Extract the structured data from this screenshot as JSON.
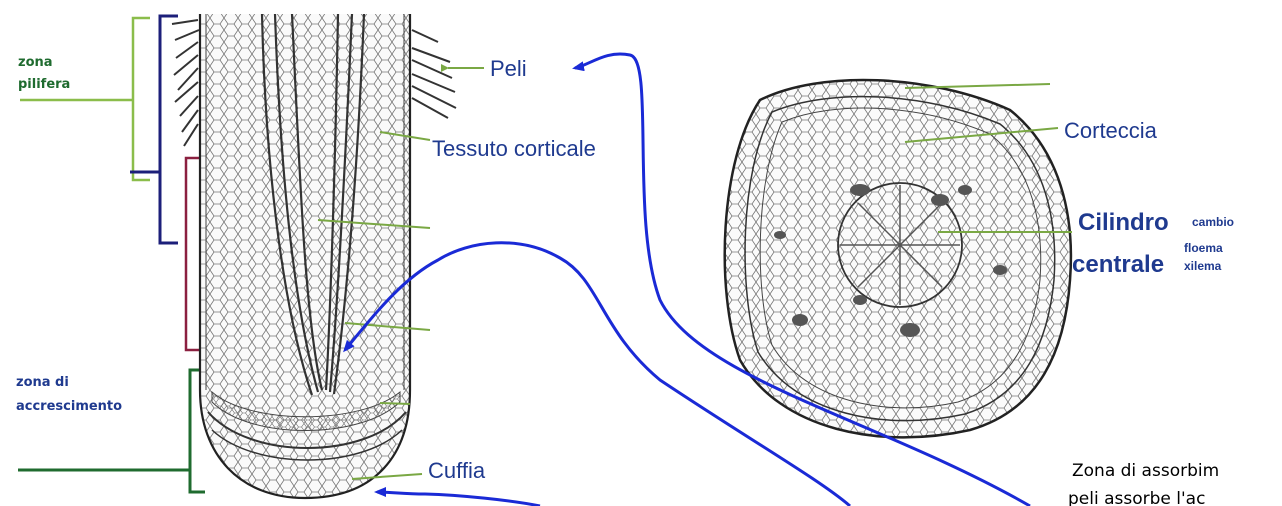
{
  "left_zones": {
    "pilifera": [
      "zona",
      "pilifera"
    ],
    "accrescimento": [
      "zona di",
      "accrescimento"
    ]
  },
  "labels": {
    "peli": "Peli",
    "tessuto": "Tessuto corticale",
    "cuffia": "Cuffia",
    "corteccia": "Corteccia",
    "cilindro_1": "Cilindro",
    "cilindro_2": "centrale",
    "cambio": "cambio",
    "floema": "floema",
    "xilema": "xilema"
  },
  "note": {
    "line1": "Zona di assorbim",
    "line2": "peli assorbe l'ac"
  },
  "colors": {
    "bracket_green": "#8bbd4b",
    "bracket_navy": "#1c1f7a",
    "bracket_maroon": "#8b2040",
    "bracket_dark_green": "#1f6b2f",
    "pointer_green": "#7aa844",
    "arrow_blue": "#1a2ad6",
    "label_blue": "#1f3a8f"
  }
}
